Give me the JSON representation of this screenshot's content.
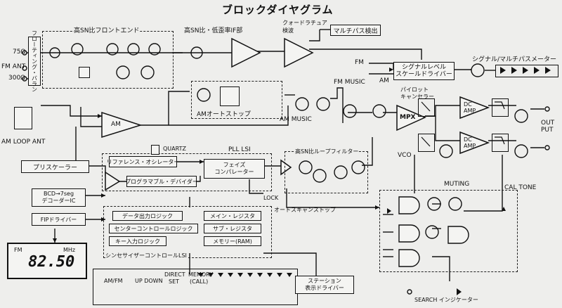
{
  "title": "ブロックダイヤグラム",
  "inputs": {
    "ant75": "75Ω",
    "fm_ant": "FM ANT",
    "ant300": "300Ω",
    "am_loop": "AM LOOP ANT",
    "floating_balun": "フローティング・バラン"
  },
  "sections": {
    "front_end": "高SN比フロントエンド",
    "low_distortion_if": "高SN比・低歪率IF部",
    "quadrature_det_1": "クォードラチュア",
    "quadrature_det_2": "検波",
    "multipath_det": "マルチパス検出",
    "fm": "FM",
    "am": "AM",
    "signal_meter_label": "シグナル/マルチパスメーター",
    "signal_level_driver_1": "シグナルレベル",
    "signal_level_driver_2": "スケールドライバー",
    "am_auto_stop": "AMオートストップ",
    "am_music": "AM MUSIC",
    "fm_music": "FM MUSIC",
    "am_block": "AM",
    "pilot_canceller_1": "パイロット",
    "pilot_canceller_2": "キャンセラー",
    "mpx": "MPX",
    "vco": "VCO",
    "dc_amp_1": "DC\nAMP",
    "dc_amp_2": "DC\nAMP",
    "out_put": "OUT\nPUT",
    "prescaler": "プリスケーラー",
    "quartz": "QUARTZ",
    "pll_lsi": "PLL LSI",
    "ref_osc": "リファレンス・オシレーター",
    "prog_divider": "プログラマブル・デバイダー",
    "phase_comp_1": "フェイズ",
    "phase_comp_2": "コンパレーター",
    "loop_filter": "高SN比ループフィルター",
    "lock": "LOCK",
    "bcd_decoder_1": "BCD→7seg",
    "bcd_decoder_2": "デコーダーIC",
    "fip_driver": "FIPドライバー",
    "auto_scan_stop": "オートスキャンストップ",
    "data_out_logic": "データ出力ロジック",
    "center_control_logic": "センターコントロールロジック",
    "key_input_logic": "キー入力ロジック",
    "main_register": "メイン・レジスタ",
    "sub_register": "サブ・レジスタ",
    "memory_ram": "メモリー(RAM)",
    "synth_control_lsi": "シンセサイザーコントロールLSI",
    "muting": "MUTING",
    "cal_tone": "CAL TONE",
    "station_driver_1": "ステーション",
    "station_driver_2": "表示ドライバー",
    "search_indicator": "SEARCH インジケーター"
  },
  "display": {
    "band": "FM",
    "unit": "MHz",
    "frequency": "82.50"
  },
  "keypad": {
    "am_fm": "AM/FM",
    "up_down": "UP DOWN",
    "direct": "DIRECT",
    "set": "SET",
    "memory": "MEMORY",
    "call": "(CALL)"
  }
}
